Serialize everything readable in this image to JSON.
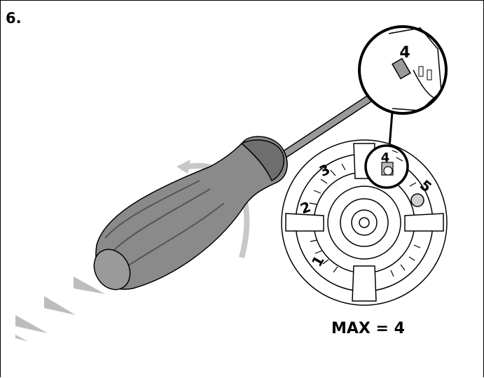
{
  "step": {
    "number": "6."
  },
  "dial": {
    "numbers": [
      "1",
      "2",
      "3",
      "4",
      "5"
    ],
    "zoom_number": "4"
  },
  "caption": {
    "max_label": "MAX = 4"
  },
  "colors": {
    "handle": "#8a8a8a",
    "handle_dark": "#6e6e6e",
    "arrow_gray": "#bdbdbd",
    "rotation_arrow": "#c8c8c8",
    "outline": "#000000"
  }
}
